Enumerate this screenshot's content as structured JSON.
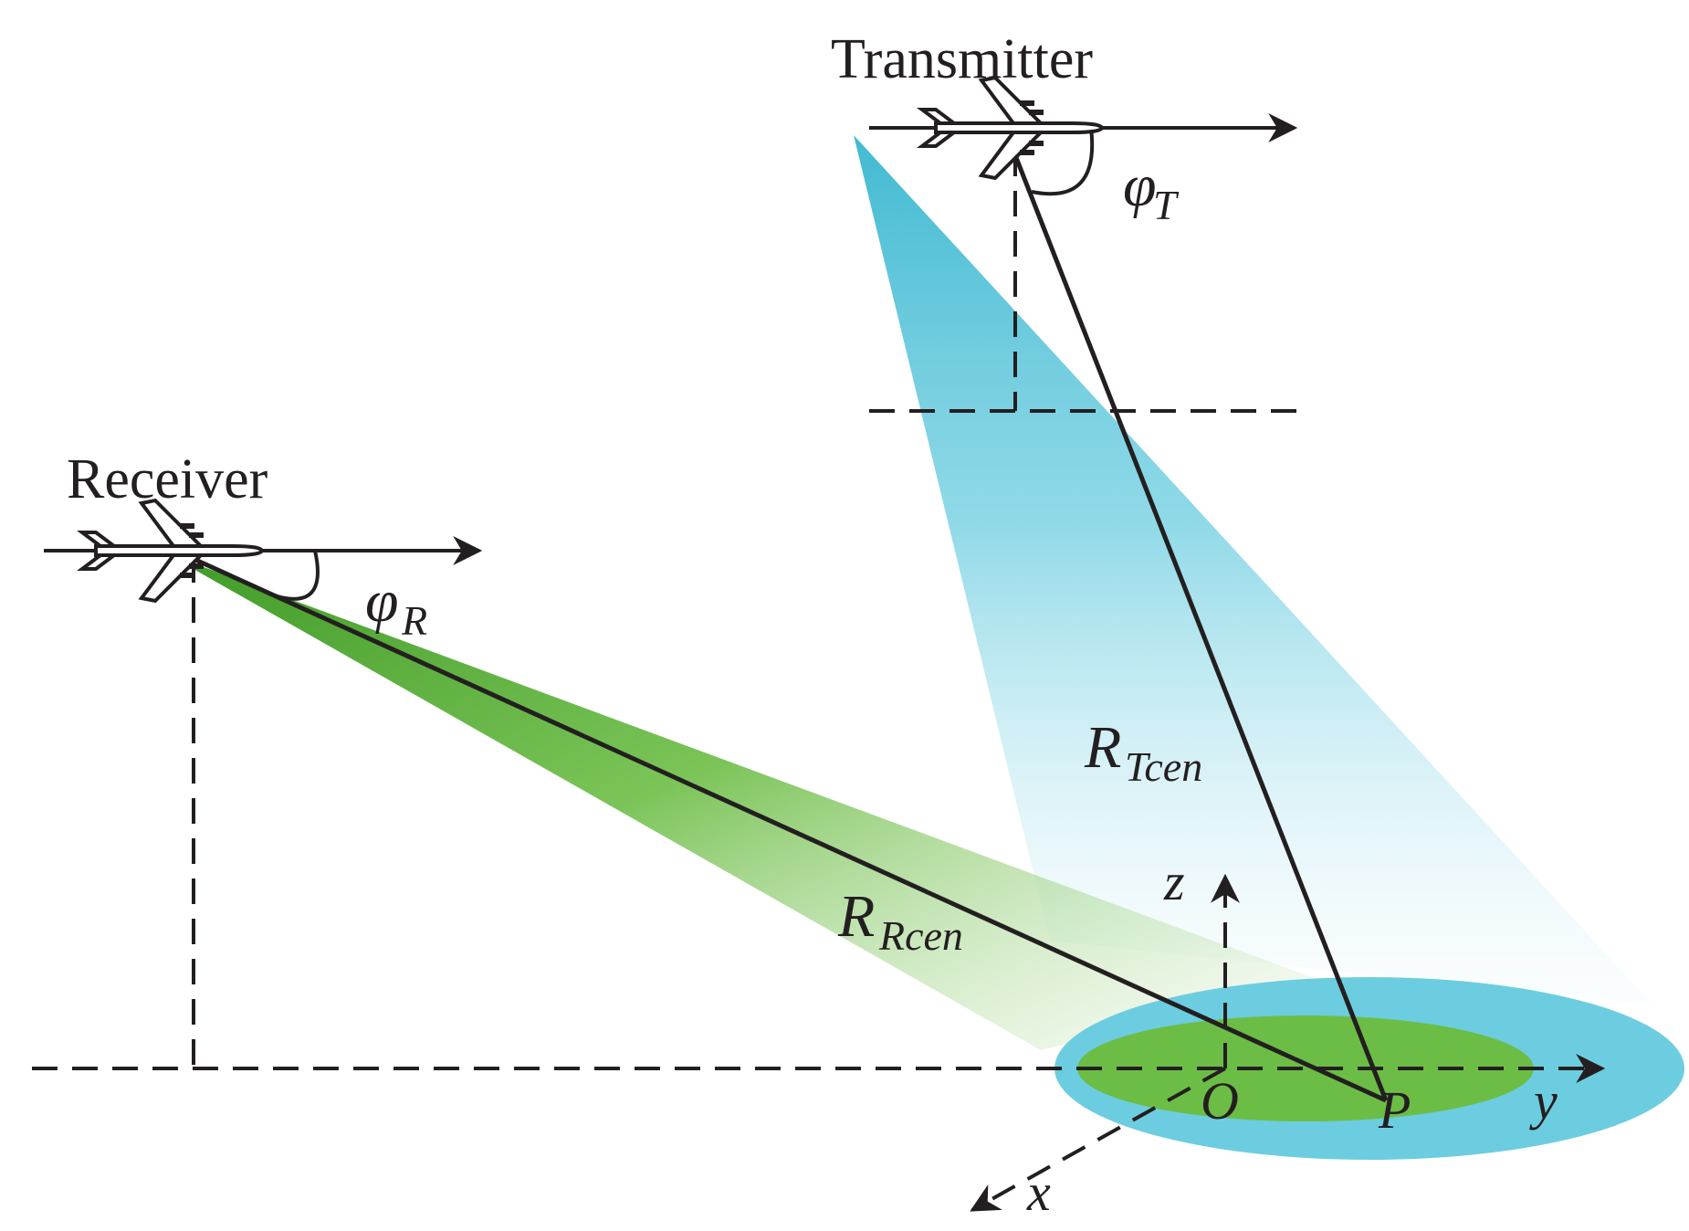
{
  "labels": {
    "transmitter": "Transmitter",
    "receiver": "Receiver",
    "phi_t": {
      "main": "φ",
      "sub": "T"
    },
    "phi_r": {
      "main": "φ",
      "sub": "R"
    },
    "r_tcen": {
      "main": "R",
      "sub": "Tcen"
    },
    "r_rcen": {
      "main": "R",
      "sub": "Rcen"
    },
    "axis_x": "x",
    "axis_y": "y",
    "axis_z": "z",
    "origin": "O",
    "point_p": "P"
  },
  "colors": {
    "transmit_beam": "#5cc8dc",
    "receive_beam": "#6cbd45",
    "outer_footprint": "#6ccde0",
    "inner_footprint": "#6cbd45",
    "line": "#231f20"
  }
}
